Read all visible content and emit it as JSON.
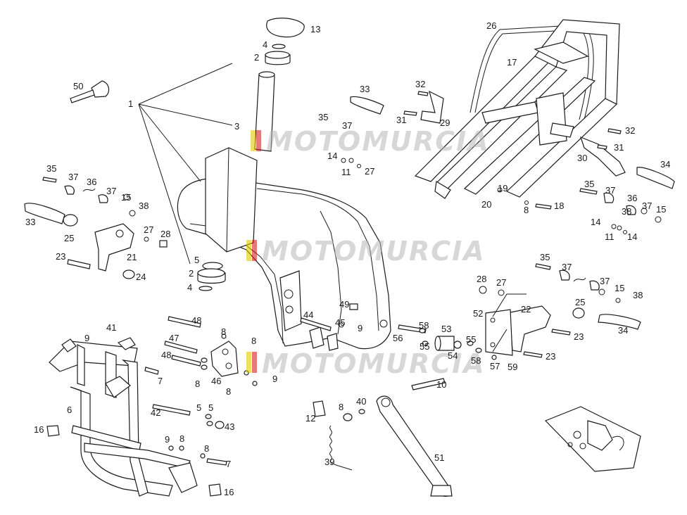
{
  "watermark": {
    "text": "MOTOMURCIA",
    "flag_colors": [
      "#e8c400",
      "#d42020"
    ]
  },
  "part_numbers": [
    "13",
    "4",
    "2",
    "1",
    "3",
    "50",
    "33",
    "32",
    "31",
    "29",
    "35",
    "37",
    "26",
    "17",
    "14",
    "11",
    "27",
    "32",
    "31",
    "30",
    "34",
    "35",
    "37",
    "36",
    "37",
    "15",
    "38",
    "33",
    "25",
    "27",
    "28",
    "23",
    "21",
    "24",
    "5",
    "2",
    "4",
    "35",
    "37",
    "36",
    "37",
    "15",
    "38",
    "20",
    "19",
    "8",
    "18",
    "35",
    "37",
    "37",
    "15",
    "38",
    "14",
    "11",
    "14",
    "44",
    "49",
    "45",
    "9",
    "28",
    "27",
    "52",
    "22",
    "25",
    "34",
    "23",
    "56",
    "58",
    "55",
    "53",
    "54",
    "55",
    "58",
    "57",
    "59",
    "23",
    "48",
    "47",
    "48",
    "8",
    "8",
    "46",
    "8",
    "9",
    "8",
    "7",
    "9",
    "6",
    "42",
    "5",
    "5",
    "43",
    "16",
    "9",
    "8",
    "8",
    "7",
    "16",
    "41",
    "12",
    "8",
    "40",
    "10",
    "39",
    "51"
  ]
}
